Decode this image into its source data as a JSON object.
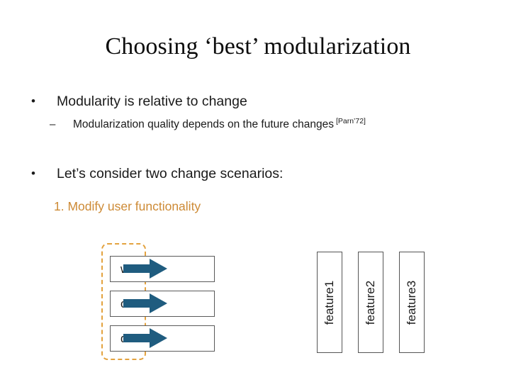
{
  "slide": {
    "title": "Choosing ‘best’ modularization",
    "background_color": "#ffffff",
    "accent_orange": "#cd8a35",
    "dashed_highlight_color": "#e3a23e",
    "arrow_color": "#1f5c7f",
    "text_color": "#1a1a1a"
  },
  "body": {
    "bullets": [
      {
        "level": 1,
        "marker": "•",
        "text": "Modularity is relative to change"
      },
      {
        "level": 2,
        "marker": "–",
        "text": "Modularization quality depends on the future changes",
        "citation": "[Parn’72]"
      },
      {
        "level": 1,
        "marker": "•",
        "text": "Let’s consider two change scenarios:"
      }
    ],
    "scenario": "1. Modify user functionality"
  },
  "diagram_left": {
    "name": "layered-mvc-stack",
    "highlight": {
      "shape": "rounded-dashed-rectangle",
      "color": "#e3a23e",
      "style": "dashed"
    },
    "boxes": [
      {
        "label": "View",
        "visible_text": "w"
      },
      {
        "label": "Controller",
        "visible_text": "oller"
      },
      {
        "label": "Model",
        "visible_text": "del"
      }
    ],
    "arrows": [
      {
        "target": "View",
        "direction": "right",
        "color": "#1f5c7f"
      },
      {
        "target": "Controller",
        "direction": "right",
        "color": "#1f5c7f"
      },
      {
        "target": "Model",
        "direction": "right",
        "color": "#1f5c7f"
      }
    ]
  },
  "diagram_right": {
    "name": "feature-columns",
    "orientation": "vertical-rotated-labels",
    "boxes": [
      {
        "label": "feature1"
      },
      {
        "label": "feature2"
      },
      {
        "label": "feature3"
      }
    ]
  }
}
